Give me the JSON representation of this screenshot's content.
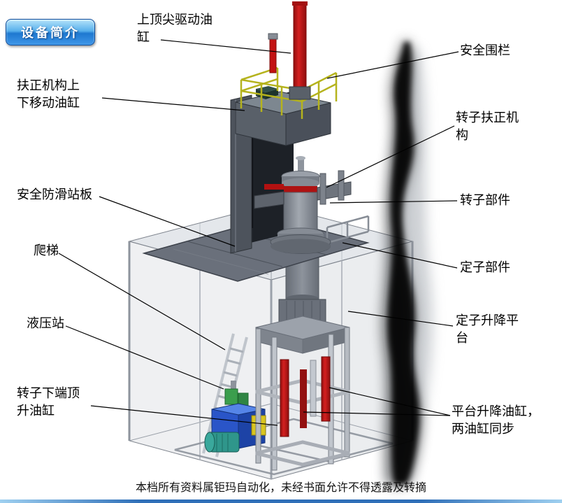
{
  "badge": {
    "label": "设备简介"
  },
  "footer": {
    "text": "本档所有资料属钜玛自动化，未经书面允许不得透露及转摘"
  },
  "diagram": {
    "type": "isometric-equipment-drawing",
    "subject": "rotor-stator assembly machine",
    "colors": {
      "cylinder_red": "#c31313",
      "fence_yellow": "#b5b31d",
      "hydraulic_blue": "#2a55c8",
      "pump_teal": "#2f968b",
      "accumulator_yellow": "#d9c51f",
      "platform_gray": "#6a707b",
      "frame_gray": "#b6bbc2",
      "smoke_black": "#060606"
    }
  },
  "labels": [
    {
      "id": "top-drive-cylinder",
      "text": "上顶尖驱动油\n缸"
    },
    {
      "id": "safety-fence",
      "text": "安全围栏"
    },
    {
      "id": "centering-updown-cylinder",
      "text": "扶正机构上\n下移动油缸"
    },
    {
      "id": "rotor-centering-mechanism",
      "text": "转子扶正机\n构"
    },
    {
      "id": "anti-slip-platform",
      "text": "安全防滑站板"
    },
    {
      "id": "rotor-part",
      "text": "转子部件"
    },
    {
      "id": "ladder",
      "text": "爬梯"
    },
    {
      "id": "stator-part",
      "text": "定子部件"
    },
    {
      "id": "hydraulic-station",
      "text": "液压站"
    },
    {
      "id": "stator-lift-platform",
      "text": "定子升降平\n台"
    },
    {
      "id": "rotor-bottom-jack-cylinder",
      "text": "转子下端顶\n升油缸"
    },
    {
      "id": "platform-lift-cylinders",
      "text": "平台升降油缸，\n两油缸同步"
    }
  ]
}
